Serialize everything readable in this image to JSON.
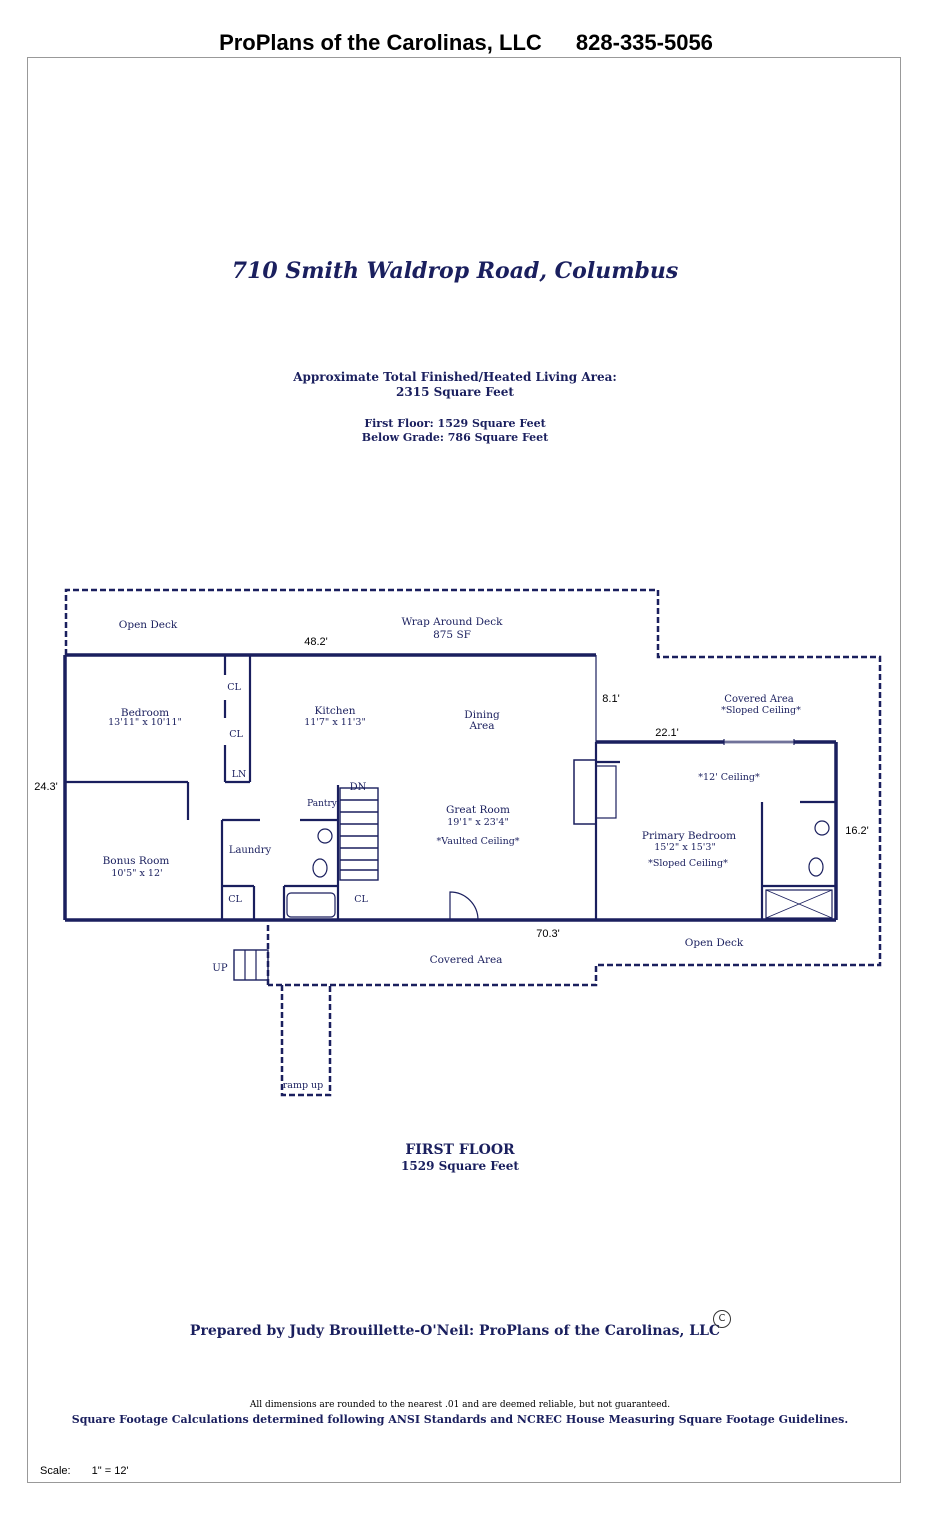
{
  "header": {
    "company": "ProPlans of the Carolinas, LLC",
    "phone": "828-335-5056"
  },
  "title": "710 Smith Waldrop Road, Columbus",
  "area": {
    "label": "Approximate Total Finished/Heated Living Area:",
    "total": "2315 Square Feet",
    "first_floor": "First Floor:  1529 Square Feet",
    "below_grade": "Below Grade:  786 Square Feet"
  },
  "plan": {
    "open_deck_top": "Open Deck",
    "wrap_deck": "Wrap Around Deck",
    "wrap_deck_sf": "875 SF",
    "dim_48": "48.2'",
    "dim_24": "24.3'",
    "dim_8": "8.1'",
    "dim_22": "22.1'",
    "dim_16": "16.2'",
    "dim_70": "70.3'",
    "bedroom": "Bedroom",
    "bedroom_size": "13'11\" x 10'11\"",
    "cl": "CL",
    "ln": "LN",
    "kitchen": "Kitchen",
    "kitchen_size": "11'7\" x 11'3\"",
    "dining": "Dining",
    "dining_area": "Area",
    "covered_area_right": "Covered Area",
    "sloped_ceiling": "*Sloped Ceiling*",
    "twelve_ceiling": "*12' Ceiling*",
    "dn": "DN",
    "pantry": "Pantry",
    "great_room": "Great Room",
    "great_room_size": "19'1\" x 23'4\"",
    "vaulted": "*Vaulted Ceiling*",
    "primary": "Primary Bedroom",
    "primary_size": "15'2\" x 15'3\"",
    "primary_sloped": "*Sloped Ceiling*",
    "laundry": "Laundry",
    "bonus": "Bonus Room",
    "bonus_size": "10'5\" x 12'",
    "open_deck_bottom": "Open Deck",
    "covered_area_bottom": "Covered Area",
    "up": "UP",
    "ramp_up": "ramp up"
  },
  "floor": {
    "name": "FIRST FLOOR",
    "area": "1529 Square Feet"
  },
  "prepared_by": "Prepared by Judy Brouillette-O'Neil: ProPlans of the Carolinas, LLC",
  "copyright": "C",
  "disclaimer1": "All dimensions are rounded to the nearest .01 and are deemed reliable, but not guaranteed.",
  "disclaimer2": "Square Footage Calculations determined following ANSI Standards and NCREC House Measuring Square Footage Guidelines.",
  "scale": {
    "label": "Scale:",
    "value": "1\" = 12'"
  }
}
